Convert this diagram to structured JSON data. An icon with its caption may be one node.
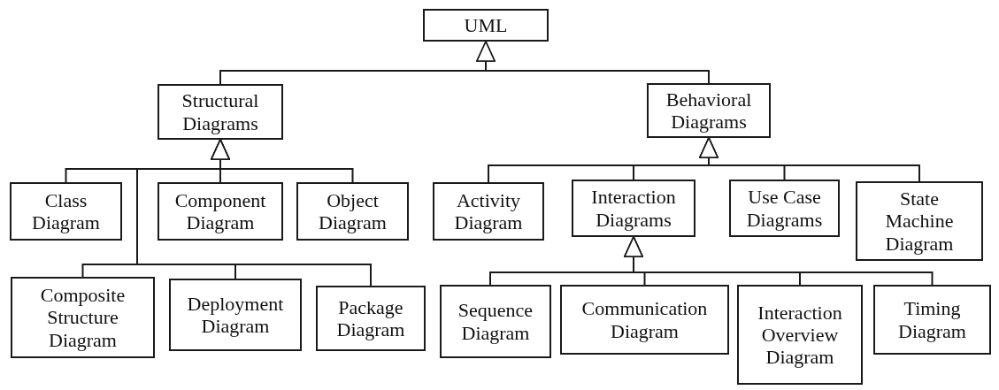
{
  "diagram": {
    "nodes": [
      {
        "text": [
          "UML"
        ]
      },
      {
        "text": [
          "Structural Diagrams"
        ]
      },
      {
        "text": [
          "Behavioral Diagrams"
        ]
      },
      {
        "text": [
          "Class Diagram"
        ]
      },
      {
        "text": [
          "Component Diagram"
        ]
      },
      {
        "text": [
          "Object Diagram"
        ]
      },
      {
        "text": [
          "Activity Diagram"
        ]
      },
      {
        "text": [
          "Interaction Diagrams"
        ]
      },
      {
        "text": [
          "Use Case Diagrams"
        ]
      },
      {
        "text": [
          "State Machine Diagram"
        ]
      },
      {
        "text": [
          "Composite Structure Diagram"
        ]
      },
      {
        "text": [
          "Deployment Diagram"
        ]
      },
      {
        "text": [
          "Package Diagram"
        ]
      },
      {
        "text": [
          "Sequence Diagram"
        ]
      },
      {
        "text": [
          "Communication Diagram"
        ]
      },
      {
        "text": [
          "Interaction Overview Diagram"
        ]
      },
      {
        "text": [
          "Timing Diagram"
        ]
      }
    ],
    "edges": [
      {
        "from": 1,
        "to": 0,
        "arrow": "to"
      },
      {
        "from": 2,
        "to": 0,
        "arrow": "to"
      },
      {
        "from": 3,
        "to": 1,
        "arrow": "to"
      },
      {
        "from": 4,
        "to": 1,
        "arrow": "to"
      },
      {
        "from": 5,
        "to": 1,
        "arrow": "to"
      },
      {
        "from": 10,
        "to": 1,
        "arrow": "to"
      },
      {
        "from": 11,
        "to": 1,
        "arrow": "to"
      },
      {
        "from": 12,
        "to": 1,
        "arrow": "to"
      },
      {
        "from": 6,
        "to": 2,
        "arrow": "to"
      },
      {
        "from": 7,
        "to": 2,
        "arrow": "to"
      },
      {
        "from": 8,
        "to": 2,
        "arrow": "to"
      },
      {
        "from": 9,
        "to": 2,
        "arrow": "to"
      },
      {
        "from": 13,
        "to": 7,
        "arrow": "to"
      },
      {
        "from": 14,
        "to": 7,
        "arrow": "to"
      },
      {
        "from": 15,
        "to": 7,
        "arrow": "to"
      },
      {
        "from": 16,
        "to": 7,
        "arrow": "to"
      }
    ]
  }
}
